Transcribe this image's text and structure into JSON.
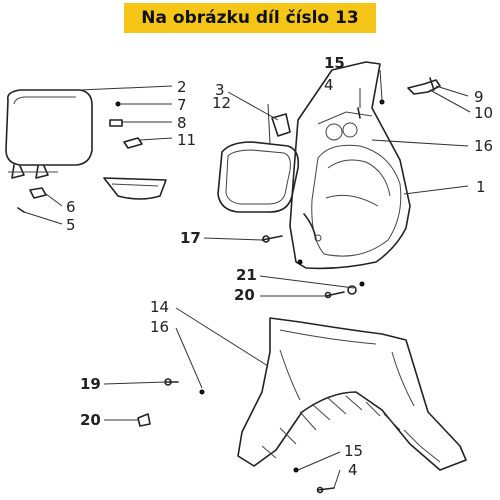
{
  "title": "Na obrázku díl číslo 13",
  "part_numbers": {
    "n1": "1",
    "n2": "2",
    "n3": "3",
    "n4a": "4",
    "n4b": "4",
    "n5": "5",
    "n6": "6",
    "n7": "7",
    "n8": "8",
    "n9": "9",
    "n10": "10",
    "n11": "11",
    "n12": "12",
    "n14": "14",
    "n15a": "15",
    "n15b": "15",
    "n16a": "16",
    "n16b": "16",
    "n17": "17",
    "n19": "19",
    "n20a": "20",
    "n20b": "20",
    "n21": "21"
  },
  "colors": {
    "banner": "#f5c518",
    "ink": "#222222"
  }
}
